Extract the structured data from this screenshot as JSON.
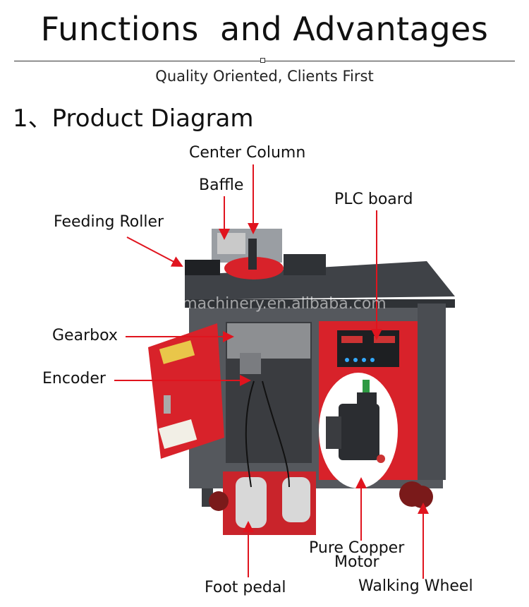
{
  "header": {
    "title": "Functions  and Advantages",
    "subtitle": "Quality Oriented, Clients First"
  },
  "section": {
    "title": "1、Product Diagram"
  },
  "watermark": "rebarmachinery.en.alibaba.com",
  "labels": {
    "center_column": "Center Column",
    "baffle": "Baffle",
    "plc_board": "PLC board",
    "feeding_roller": "Feeding Roller",
    "gearbox": "Gearbox",
    "encoder": "Encoder",
    "pure_copper_motor_line1": "Pure Copper",
    "pure_copper_motor_line2": "Motor",
    "foot_pedal": "Foot pedal",
    "walking_wheel": "Walking Wheel"
  },
  "colors": {
    "arrow": "#e0141e",
    "machine_dark": "#4a4d52",
    "machine_red": "#d8222a"
  }
}
